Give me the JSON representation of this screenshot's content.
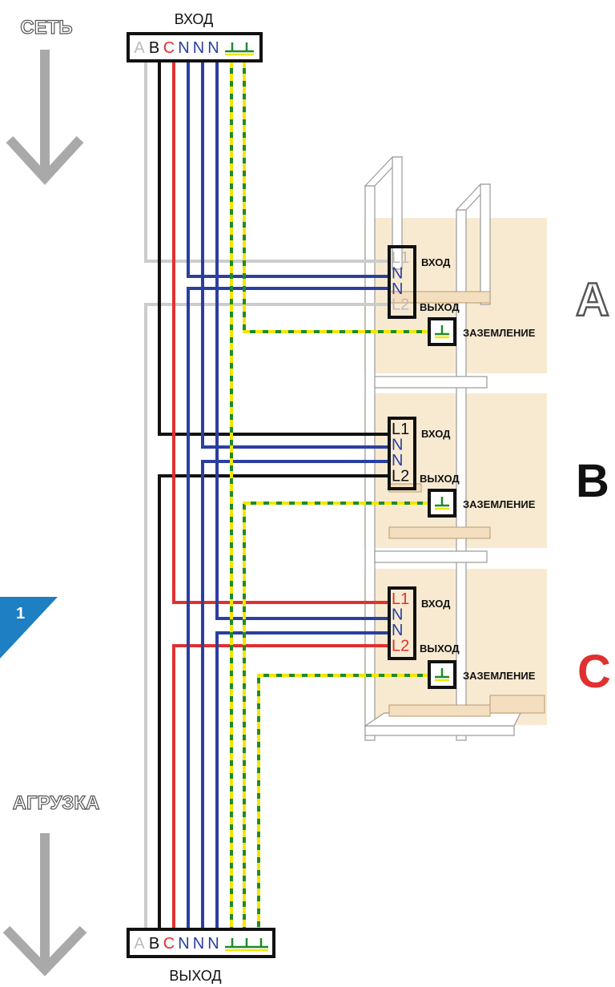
{
  "labels": {
    "network": "СЕТЬ",
    "load": "АГРУЗКА",
    "input_top": "ВХОД",
    "output_bottom": "ВЫХОД",
    "badge": "1",
    "in": "ВХОД",
    "out": "ВЫХОД",
    "ground": "ЗАЗЕМЛЕНИЕ"
  },
  "top_terminal": {
    "letters": [
      {
        "t": "A",
        "color": "#bbbbbb"
      },
      {
        "t": "B",
        "color": "#111111"
      },
      {
        "t": "C",
        "color": "#e03030"
      },
      {
        "t": "N",
        "color": "#2b3fa0"
      },
      {
        "t": "N",
        "color": "#2b3fa0"
      },
      {
        "t": "N",
        "color": "#2b3fa0"
      }
    ],
    "ground_symbols": 2
  },
  "bottom_terminal": {
    "letters": [
      {
        "t": "A",
        "color": "#bbbbbb"
      },
      {
        "t": "B",
        "color": "#111111"
      },
      {
        "t": "C",
        "color": "#e03030"
      },
      {
        "t": "N",
        "color": "#2b3fa0"
      },
      {
        "t": "N",
        "color": "#2b3fa0"
      },
      {
        "t": "N",
        "color": "#2b3fa0"
      }
    ],
    "ground_symbols": 3
  },
  "phases": [
    {
      "name": "A",
      "name_color": "#ffffff",
      "name_stroke": "#555555",
      "l_color": "#bbbbbb",
      "terminals": [
        "L1",
        "N",
        "N",
        "L2"
      ]
    },
    {
      "name": "B",
      "name_color": "#111111",
      "name_stroke": "none",
      "l_color": "#111111",
      "terminals": [
        "L1",
        "N",
        "N",
        "L2"
      ]
    },
    {
      "name": "C",
      "name_color": "#e03030",
      "name_stroke": "none",
      "l_color": "#e03030",
      "terminals": [
        "L1",
        "N",
        "N",
        "L2"
      ]
    }
  ],
  "colors": {
    "phase_a": "#cccccc",
    "phase_b": "#111111",
    "phase_c": "#e03030",
    "neutral": "#2b3fa0",
    "ground_green": "#1f8a2a",
    "ground_yellow": "#f2e600",
    "arrow": "#a9a9a9",
    "badge": "#1e7fc2",
    "cabinet_bg": "#f7e6c9"
  }
}
